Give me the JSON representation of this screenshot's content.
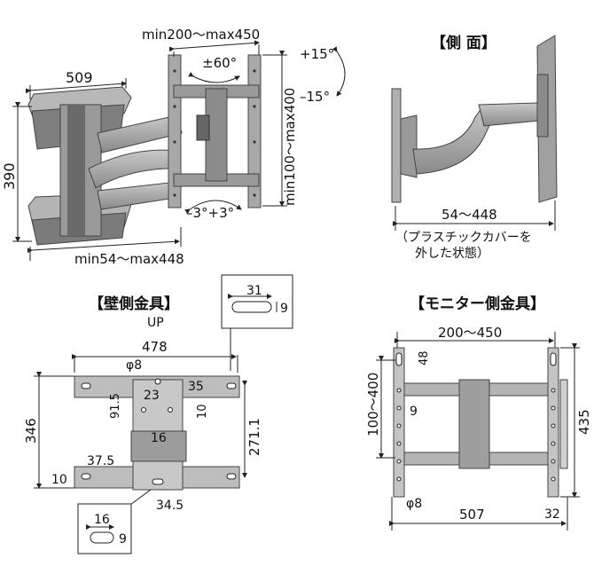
{
  "top_view": {
    "depth_range": "min200～max450",
    "width": "509",
    "height": "390",
    "rotation": "±60°",
    "tilt_up": "+15°",
    "tilt_down": "–15°",
    "vertical_pitch": "min100～max400",
    "level_adjust": "–3°+3°",
    "wall_extension": "min54～max448"
  },
  "side_view": {
    "title": "【側 面】",
    "depth": "54～448",
    "note_line1": "（プラスチックカバーを",
    "note_line2": "外した状態）"
  },
  "wall_bracket": {
    "title": "【壁側金具】",
    "slot_w": "31",
    "slot_h": "9",
    "up": "UP",
    "width": "478",
    "hole_dia": "φ8",
    "dim_35": "35",
    "dim_23": "23",
    "dim_91_5": "91.5",
    "dim_10a": "10",
    "dim_16": "16",
    "height": "346",
    "pitch": "271.1",
    "dim_37_5": "37.5",
    "dim_10b": "10",
    "dim_34_5": "34.5",
    "slot2_w": "16",
    "slot2_h": "9"
  },
  "monitor_bracket": {
    "title": "【モニター側金具】",
    "h_range": "200～450",
    "dim_48": "48",
    "v_range": "100～400",
    "dim_9": "9",
    "height": "435",
    "hole_dia": "φ8",
    "width": "507",
    "dim_32": "32"
  }
}
